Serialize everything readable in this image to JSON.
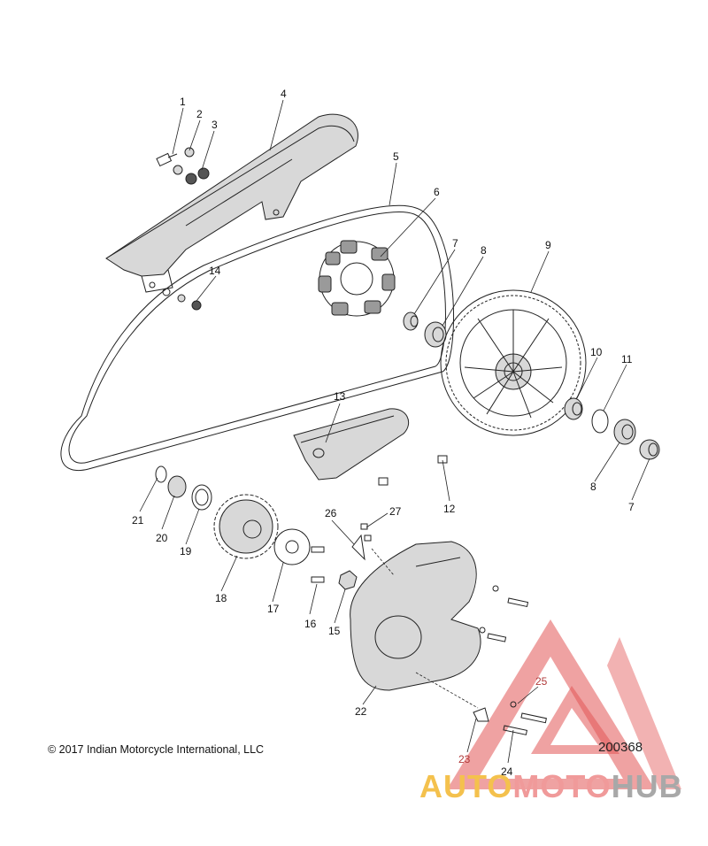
{
  "callouts": [
    {
      "num": "1"
    },
    {
      "num": "2"
    },
    {
      "num": "3"
    },
    {
      "num": "4"
    },
    {
      "num": "5"
    },
    {
      "num": "6"
    },
    {
      "num": "7"
    },
    {
      "num": "8"
    },
    {
      "num": "9"
    },
    {
      "num": "10"
    },
    {
      "num": "11"
    },
    {
      "num": "13"
    },
    {
      "num": "14"
    },
    {
      "num": "8"
    },
    {
      "num": "7"
    },
    {
      "num": "12"
    },
    {
      "num": "21"
    },
    {
      "num": "20"
    },
    {
      "num": "19"
    },
    {
      "num": "26"
    },
    {
      "num": "27"
    },
    {
      "num": "18"
    },
    {
      "num": "17"
    },
    {
      "num": "16"
    },
    {
      "num": "15"
    },
    {
      "num": "22"
    },
    {
      "num": "25"
    },
    {
      "num": "23"
    },
    {
      "num": "24"
    }
  ],
  "copyright": "© 2017 Indian Motorcycle International, LLC",
  "drawing_number": "200368",
  "watermark": {
    "part1": "AUTO",
    "part2": "MOTO",
    "part3": "HUB",
    "colors": {
      "auto": "#f4c14d",
      "moto": "#f09a9a",
      "hub": "#a8a8a8",
      "triangle": "#e25555"
    }
  }
}
